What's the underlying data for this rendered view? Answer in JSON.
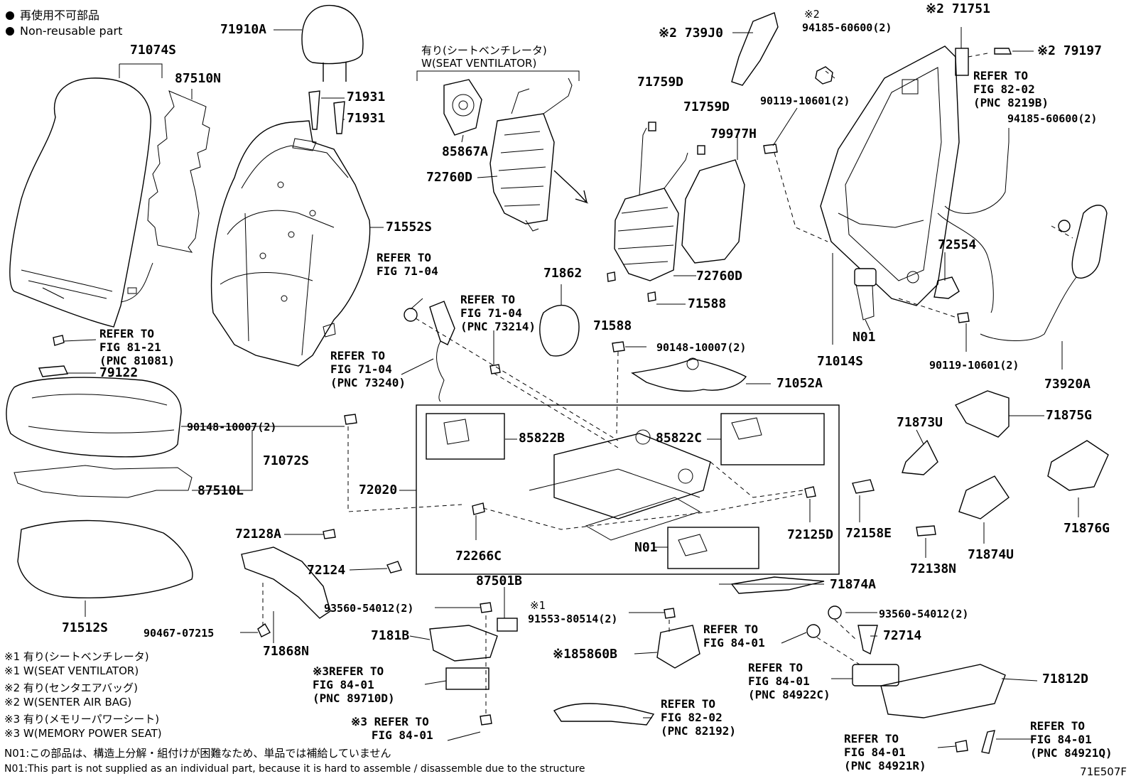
{
  "legend": {
    "jp": "再使用不可部品",
    "en": "Non-reusable part"
  },
  "notes": [
    "※1 有り(シートベンチレータ)",
    "※1 W(SEAT VENTILATOR)",
    "※2 有り(センタエアバッグ)",
    "※2 W(SENTER AIR BAG)",
    "※3 有り(メモリーパワーシート)",
    "※3 W(MEMORY POWER SEAT)",
    "N01:この部品は、構造上分解・組付けが困難なため、単品では補給していません",
    "N01:This part is not supplied as an individual part, because it is hard to assemble / disassemble due to the structure"
  ],
  "figure_id": "71E507F",
  "ventilator_group": {
    "jp": "有り(シートベンチレータ)",
    "en": "W(SEAT VENTILATOR)"
  },
  "part_labels": [
    {
      "id": "p71910A",
      "text": "71910A"
    },
    {
      "id": "p71074S",
      "text": "71074S"
    },
    {
      "id": "p87510N",
      "text": "87510N"
    },
    {
      "id": "p71931a",
      "text": "71931"
    },
    {
      "id": "p71931b",
      "text": "71931"
    },
    {
      "id": "p71552S",
      "text": "71552S"
    },
    {
      "id": "p85867A",
      "text": "85867A"
    },
    {
      "id": "p72760D_a",
      "text": "72760D"
    },
    {
      "id": "p739J0",
      "text": "※2 739J0"
    },
    {
      "id": "p94185a",
      "text": "94185-60600(2)"
    },
    {
      "id": "p94185a_note",
      "text": "※2"
    },
    {
      "id": "p71751",
      "text": "※2 71751"
    },
    {
      "id": "p79197",
      "text": "※2 79197"
    },
    {
      "id": "p71759D_a",
      "text": "71759D"
    },
    {
      "id": "p71759D_b",
      "text": "71759D"
    },
    {
      "id": "p79977H",
      "text": "79977H"
    },
    {
      "id": "p90119a",
      "text": "90119-10601(2)"
    },
    {
      "id": "p94185b",
      "text": "94185-60600(2)"
    },
    {
      "id": "p72760D_b",
      "text": "72760D"
    },
    {
      "id": "p72554",
      "text": "72554"
    },
    {
      "id": "p71588a",
      "text": "71588"
    },
    {
      "id": "p71588b",
      "text": "71588"
    },
    {
      "id": "p71862",
      "text": "71862"
    },
    {
      "id": "pN01a",
      "text": "N01"
    },
    {
      "id": "p71014S",
      "text": "71014S"
    },
    {
      "id": "p90119b",
      "text": "90119-10601(2)"
    },
    {
      "id": "p73920A",
      "text": "73920A"
    },
    {
      "id": "p79122",
      "text": "79122"
    },
    {
      "id": "p90148a",
      "text": "90148-10007(2)"
    },
    {
      "id": "p71052A",
      "text": "71052A"
    },
    {
      "id": "p90148b",
      "text": "90148-10007(2)"
    },
    {
      "id": "p71072S",
      "text": "71072S"
    },
    {
      "id": "p87510L",
      "text": "87510L"
    },
    {
      "id": "p72020",
      "text": "72020"
    },
    {
      "id": "p85822B",
      "text": "85822B"
    },
    {
      "id": "p85822C",
      "text": "85822C"
    },
    {
      "id": "p71875G",
      "text": "71875G"
    },
    {
      "id": "p71873U",
      "text": "71873U"
    },
    {
      "id": "p72266C",
      "text": "72266C"
    },
    {
      "id": "p72125D",
      "text": "72125D"
    },
    {
      "id": "p72158E",
      "text": "72158E"
    },
    {
      "id": "p71876G",
      "text": "71876G"
    },
    {
      "id": "p72128A",
      "text": "72128A"
    },
    {
      "id": "pN01b",
      "text": "N01"
    },
    {
      "id": "p72138N",
      "text": "72138N"
    },
    {
      "id": "p71874U",
      "text": "71874U"
    },
    {
      "id": "p72124",
      "text": "72124"
    },
    {
      "id": "p87501B",
      "text": "87501B"
    },
    {
      "id": "p71874A",
      "text": "71874A"
    },
    {
      "id": "p71512S",
      "text": "71512S"
    },
    {
      "id": "p90467",
      "text": "90467-07215"
    },
    {
      "id": "p93560a",
      "text": "93560-54012(2)"
    },
    {
      "id": "p91553_note",
      "text": "※1"
    },
    {
      "id": "p91553",
      "text": "91553-80514(2)"
    },
    {
      "id": "p93560b",
      "text": "93560-54012(2)"
    },
    {
      "id": "p72714",
      "text": "72714"
    },
    {
      "id": "p7181B",
      "text": "7181B"
    },
    {
      "id": "p71868N",
      "text": "71868N"
    },
    {
      "id": "p85860B",
      "text": "※185860B"
    },
    {
      "id": "p71812D",
      "text": "71812D"
    }
  ],
  "ref_labels": [
    {
      "id": "r71_04a",
      "text": "REFER TO\nFIG 71-04"
    },
    {
      "id": "r82_02a",
      "text": "REFER TO\nFIG 82-02\n(PNC 8219B)"
    },
    {
      "id": "r81_21",
      "text": "REFER TO\nFIG 81-21\n(PNC 81081)"
    },
    {
      "id": "r71_04b",
      "text": "REFER TO\nFIG 71-04\n(PNC 73214)"
    },
    {
      "id": "r71_04c",
      "text": "REFER TO\nFIG 71-04\n(PNC 73240)"
    },
    {
      "id": "r84_01a",
      "text": "REFER TO\nFIG 84-01"
    },
    {
      "id": "r84_01b",
      "text": "REFER TO\nFIG 84-01\n(PNC 84922C)"
    },
    {
      "id": "r84_01c",
      "text": "※3REFER TO\nFIG 84-01\n(PNC 89710D)"
    },
    {
      "id": "r84_01d",
      "text": "※3 REFER TO\n   FIG 84-01"
    },
    {
      "id": "r82_02b",
      "text": "REFER TO\nFIG 82-02\n(PNC 82192)"
    },
    {
      "id": "r84_01e",
      "text": "REFER TO\nFIG 84-01\n(PNC 84921R)"
    },
    {
      "id": "r84_01f",
      "text": "REFER TO\nFIG 84-01\n(PNC 84921Q)"
    }
  ]
}
